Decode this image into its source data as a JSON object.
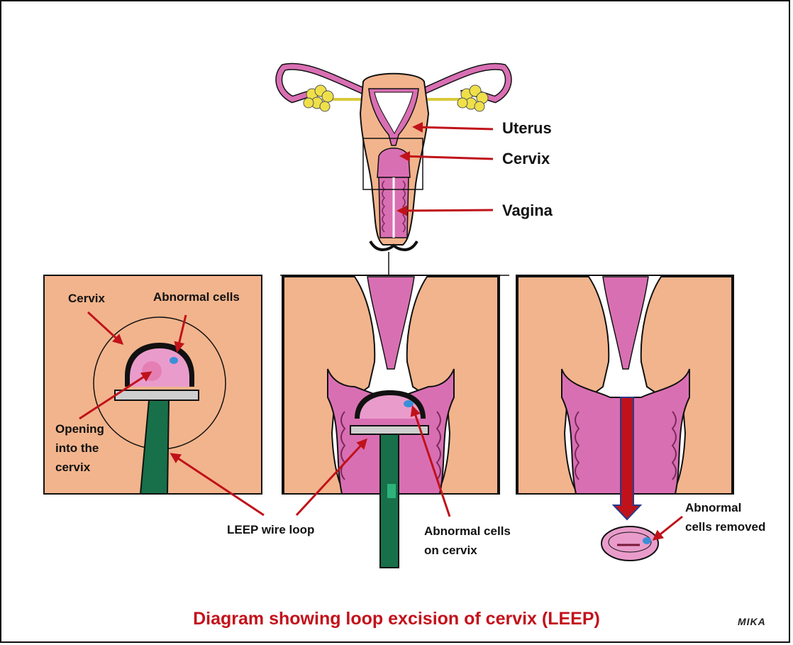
{
  "colors": {
    "skin": "#f2b48c",
    "tissue_pink": "#d96fb3",
    "tissue_pink_light": "#e99ccb",
    "ovary_yellow": "#efe04a",
    "instrument_green": "#17704a",
    "arrow_red": "#c0121a",
    "abnormal_blue": "#3a8fd8",
    "caption_red": "#c3121b"
  },
  "labels": {
    "uterus": "Uterus",
    "cervix": "Cervix",
    "vagina": "Vagina",
    "panel1_cervix": "Cervix",
    "panel1_abnormal": "Abnormal cells",
    "panel1_opening": "Opening\ninto the\ncervix",
    "leep_wire_loop": "LEEP wire loop",
    "abnormal_on_cervix": "Abnormal cells\non cervix",
    "abnormal_removed": "Abnormal\ncells removed"
  },
  "caption": "Diagram showing loop excision of cervix (LEEP)",
  "signature": "MIKA"
}
